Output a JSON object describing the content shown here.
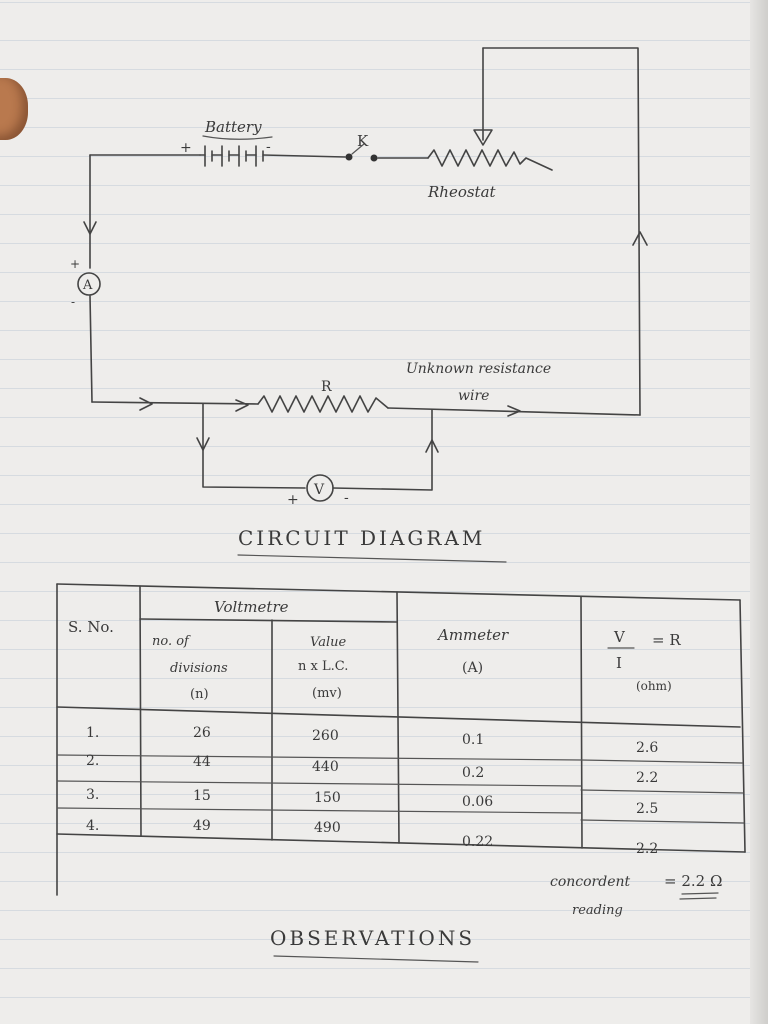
{
  "circuit": {
    "battery_label": "Battery",
    "key_label": "K",
    "rheostat_label": "Rheostat",
    "ammeter_symbol": "A",
    "voltmeter_symbol": "V",
    "resistor_label": "R",
    "wire_label_line1": "Unknown resistance",
    "wire_label_line2": "wire",
    "plus_sign": "+",
    "minus_sign": "-",
    "caption": "CIRCUIT DIAGRAM"
  },
  "observations": {
    "headers": {
      "sno": "S. No.",
      "voltmetre": "Voltmetre",
      "divisions_1": "no. of",
      "divisions_2": "divisions",
      "divisions_3": "(n)",
      "value_1": "Value",
      "value_2": "n x L.C.",
      "value_3": "(mv)",
      "ammeter_1": "Ammeter",
      "ammeter_2": "(A)",
      "ratio_v": "V",
      "ratio_eq": "= R",
      "ratio_i": "I",
      "ratio_unit": "(ohm)"
    },
    "rows": [
      {
        "sno": "1.",
        "n": "26",
        "value": "260",
        "ammeter": "0.1",
        "r": "2.6"
      },
      {
        "sno": "2.",
        "n": "44",
        "value": "440",
        "ammeter": "0.2",
        "r": "2.2"
      },
      {
        "sno": "3.",
        "n": "15",
        "value": "150",
        "ammeter": "0.06",
        "r": "2.5"
      },
      {
        "sno": "4.",
        "n": "49",
        "value": "490",
        "ammeter": "0.22",
        "r": "2.2"
      }
    ],
    "concordant_label": "concordent",
    "concordant_label_2": "reading",
    "concordant_value": "= 2.2 Ω",
    "caption": "OBSERVATIONS"
  }
}
